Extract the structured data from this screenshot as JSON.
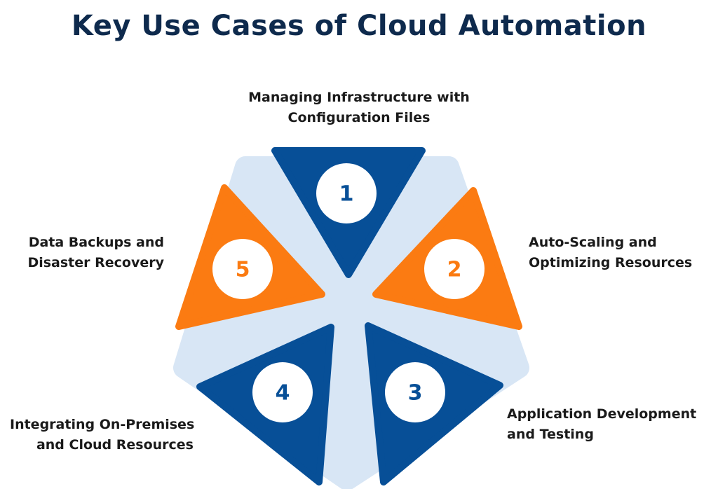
{
  "title": "Key Use Cases of Cloud Automation",
  "colors": {
    "blue": "#074f97",
    "orange": "#fb7b12",
    "light": "#d8e6f5",
    "title": "#0e2a4d"
  },
  "items": [
    {
      "number": "1",
      "color": "blue",
      "label": [
        "Managing Infrastructure with",
        "Configuration Files"
      ]
    },
    {
      "number": "2",
      "color": "orange",
      "label": [
        "Auto-Scaling and",
        "Optimizing Resources"
      ]
    },
    {
      "number": "3",
      "color": "blue",
      "label": [
        "Application Development",
        "and Testing"
      ]
    },
    {
      "number": "4",
      "color": "blue",
      "label": [
        "Integrating On-Premises",
        "and Cloud Resources"
      ]
    },
    {
      "number": "5",
      "color": "orange",
      "label": [
        "Data Backups and",
        "Disaster Recovery"
      ]
    }
  ]
}
